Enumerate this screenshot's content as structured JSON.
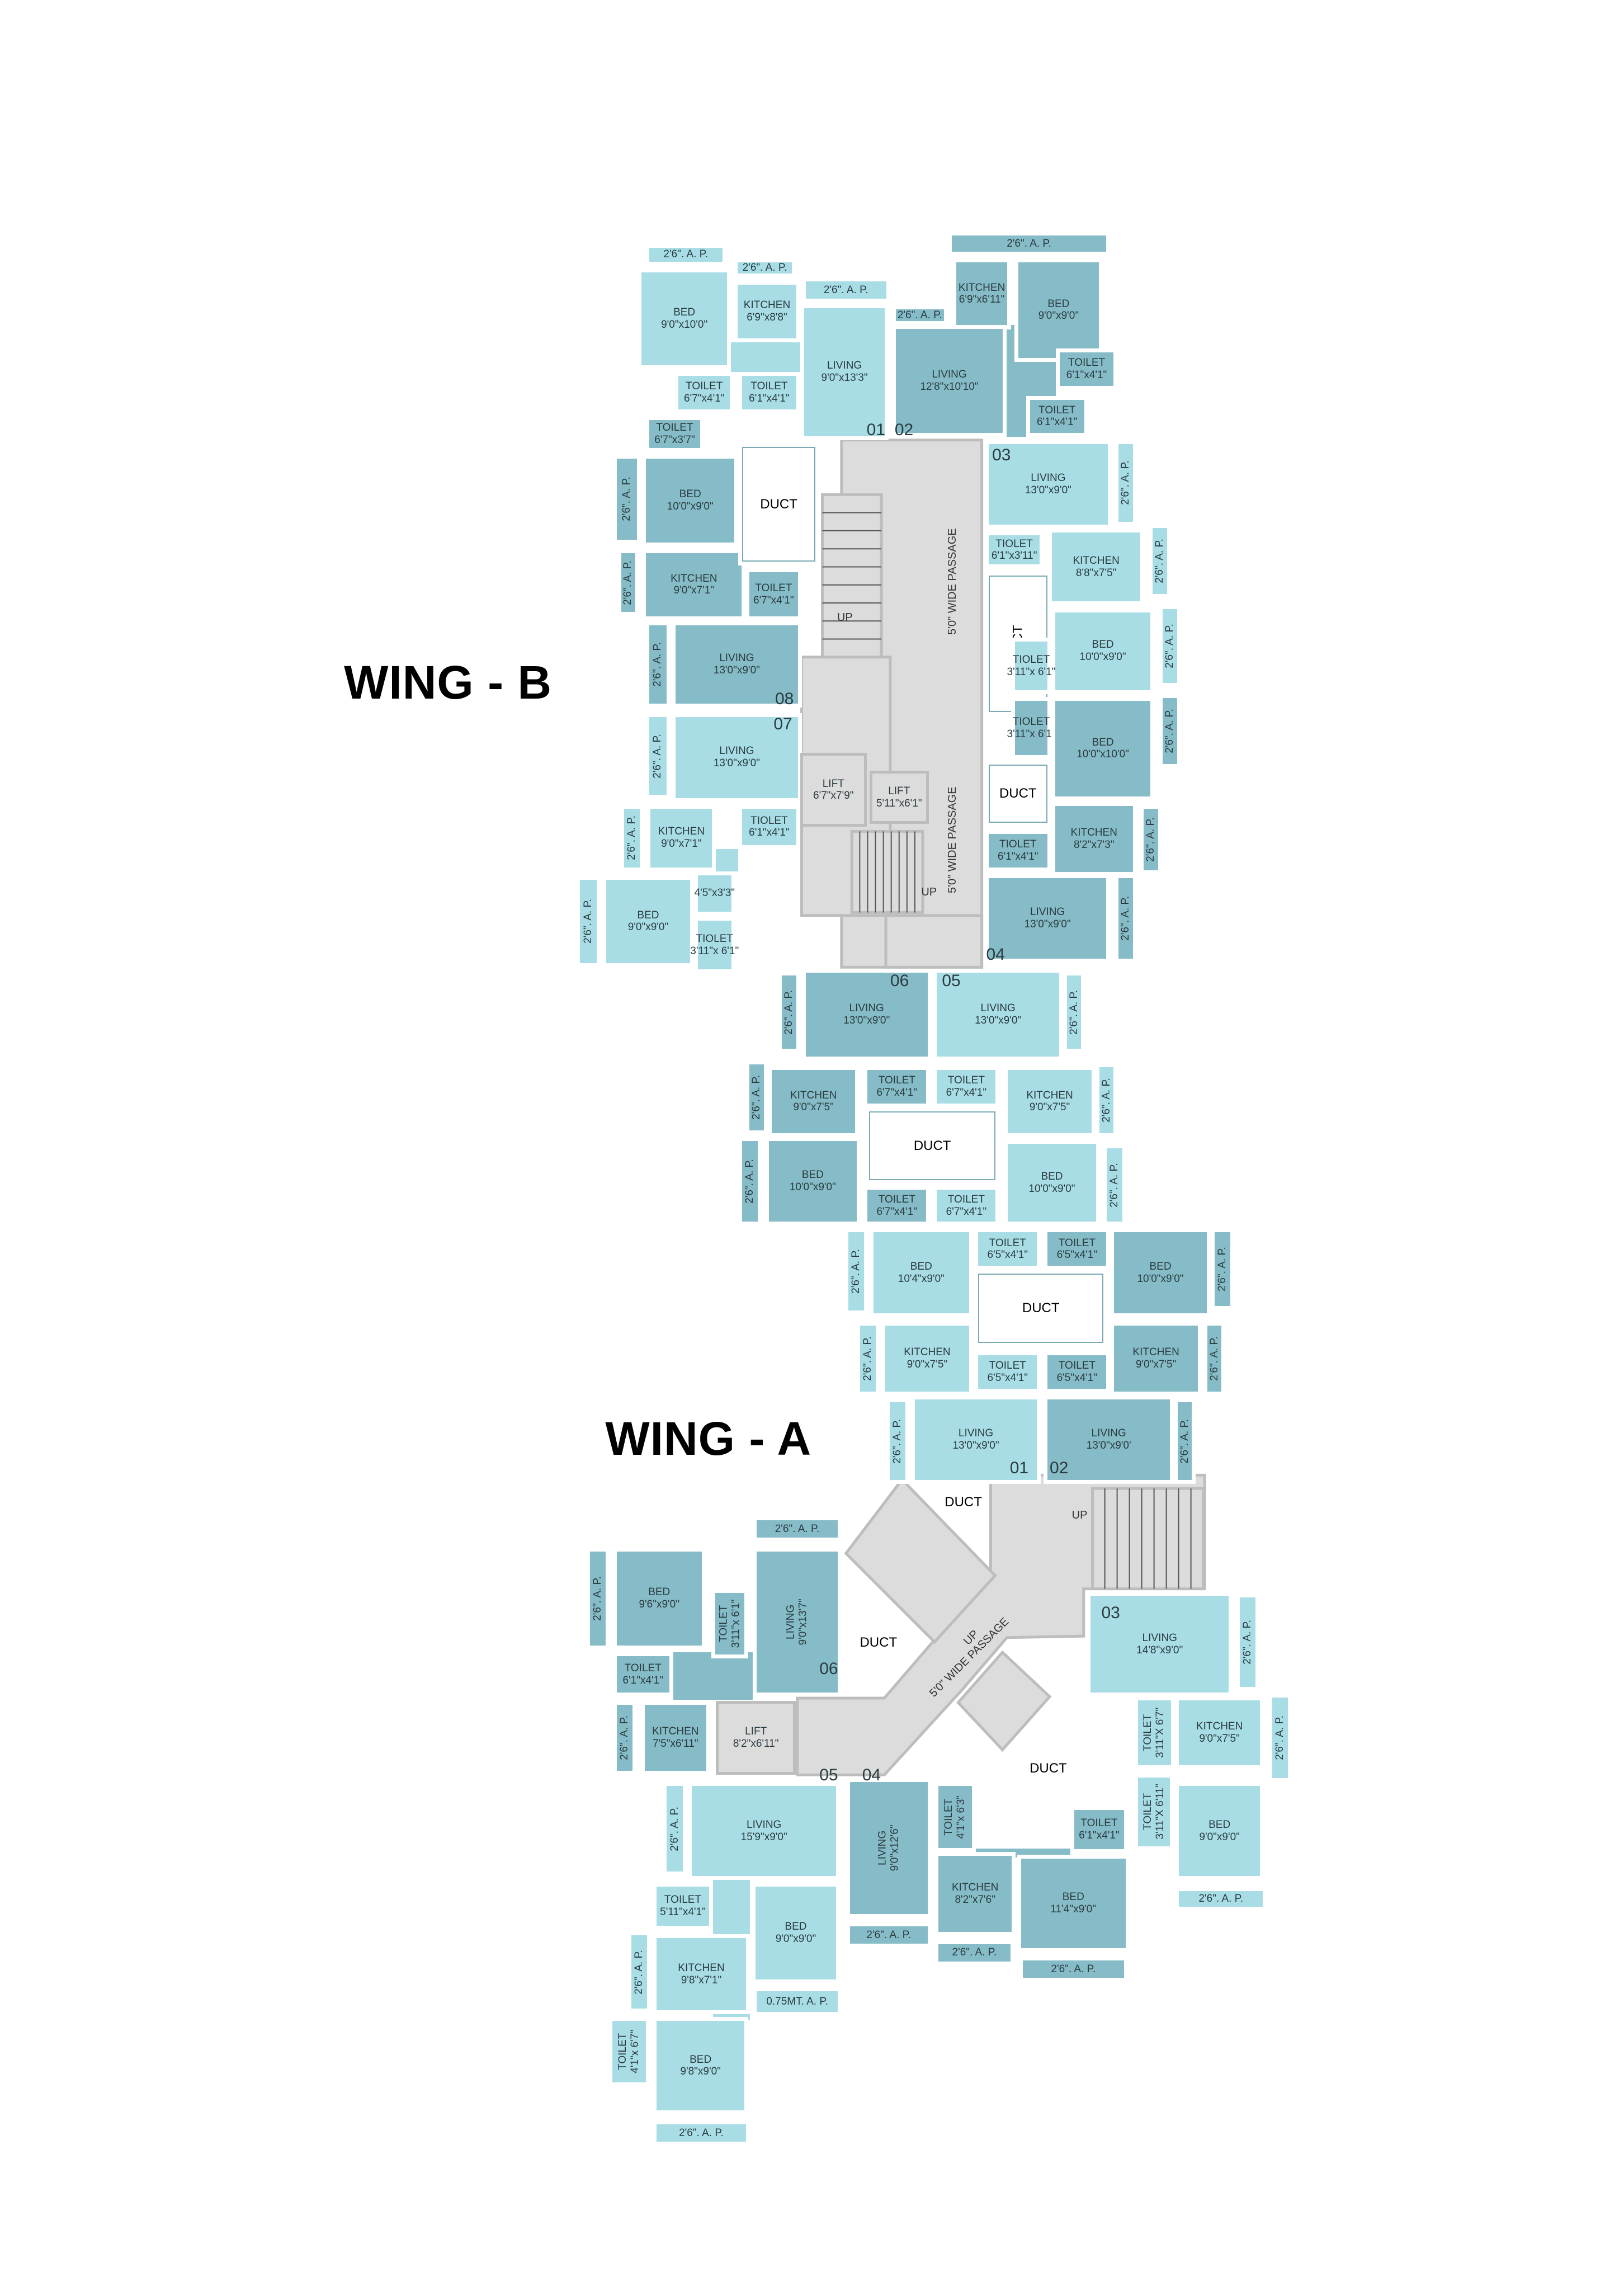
{
  "palette": {
    "unit_light": "#a8dde6",
    "unit_dark": "#86bcc7",
    "common_area": "#dcdcdc",
    "duct": "#ffffff",
    "walls": "#ffffff"
  },
  "wing_labels": [
    "WING - B",
    "WING - A"
  ],
  "passage_labels": [
    "5'0\" WIDE PASSAGE",
    "5'0\" WIDE PASSAGE",
    "5'0\" WIDE PASSAGE"
  ],
  "up_labels": [
    "UP",
    "UP",
    "UP",
    "UP"
  ],
  "unit_numbers": [
    "01",
    "02",
    "03",
    "08",
    "07",
    "04",
    "06",
    "05",
    "01",
    "02",
    "06",
    "05",
    "04",
    "03"
  ],
  "rooms": [
    {
      "name": "2'6\". A. P.",
      "size": ""
    },
    {
      "name": "BED",
      "size": "9'0\"x10'0\""
    },
    {
      "name": "2'6\". A. P.",
      "size": ""
    },
    {
      "name": "KITCHEN",
      "size": "6'9\"x8'8\""
    },
    {
      "name": "2'6\". A. P.",
      "size": ""
    },
    {
      "name": "LIVING",
      "size": "9'0\"x13'3\""
    },
    {
      "name": "TOILET",
      "size": "6'7\"x4'1\""
    },
    {
      "name": "TOILET",
      "size": "6'1\"x4'1\""
    },
    {
      "name": "2'6\". A. P.",
      "size": ""
    },
    {
      "name": "KITCHEN",
      "size": "6'9\"x6'11\""
    },
    {
      "name": "BED",
      "size": "9'0\"x9'0\""
    },
    {
      "name": "2'6\". A. P.",
      "size": ""
    },
    {
      "name": "LIVING",
      "size": "12'8\"x10'10\""
    },
    {
      "name": "TOILET",
      "size": "6'1\"x4'1\""
    },
    {
      "name": "TOILET",
      "size": "6'1\"x4'1\""
    },
    {
      "name": "TOILET",
      "size": "6'7\"x3'7\""
    },
    {
      "name": "2'6\". A. P.",
      "size": ""
    },
    {
      "name": "BED",
      "size": "10'0\"x9'0\""
    },
    {
      "name": "2'6\". A. P.",
      "size": ""
    },
    {
      "name": "KITCHEN",
      "size": "9'0\"x7'1\""
    },
    {
      "name": "TOILET",
      "size": "6'7\"x4'1\""
    },
    {
      "name": "2'6\". A. P.",
      "size": ""
    },
    {
      "name": "LIVING",
      "size": "13'0\"x9'0\""
    },
    {
      "name": "DUCT",
      "size": ""
    },
    {
      "name": "LIVING",
      "size": "13'0\"x9'0\""
    },
    {
      "name": "2'6\". A. P.",
      "size": ""
    },
    {
      "name": "TIOLET",
      "size": "6'1\"x3'11\""
    },
    {
      "name": "KITCHEN",
      "size": "8'8\"x7'5\""
    },
    {
      "name": "2'6\". A. P.",
      "size": ""
    },
    {
      "name": "DUCT",
      "size": ""
    },
    {
      "name": "BED",
      "size": "10'0\"x9'0\""
    },
    {
      "name": "2'6\". A. P.",
      "size": ""
    },
    {
      "name": "TIOLET",
      "size": "3'11\"x 6'1\""
    },
    {
      "name": "TIOLET",
      "size": "3'11\"x 6'1\""
    },
    {
      "name": "BED",
      "size": "10'0\"x10'0\""
    },
    {
      "name": "2'6\". A. P.",
      "size": ""
    },
    {
      "name": "DUCT",
      "size": ""
    },
    {
      "name": "KITCHEN",
      "size": "8'2\"x7'3\""
    },
    {
      "name": "2'6\". A. P.",
      "size": ""
    },
    {
      "name": "TIOLET",
      "size": "6'1\"x4'1\""
    },
    {
      "name": "LIVING",
      "size": "13'0\"x9'0\""
    },
    {
      "name": "2'6\". A. P.",
      "size": ""
    },
    {
      "name": "2'6\". A. P.",
      "size": ""
    },
    {
      "name": "LIVING",
      "size": "13'0\"x9'0\""
    },
    {
      "name": "2'6\". A. P.",
      "size": ""
    },
    {
      "name": "KITCHEN",
      "size": "9'0\"x7'1\""
    },
    {
      "name": "TIOLET",
      "size": "6'1\"x4'1\""
    },
    {
      "name": "2'6\". A. P.",
      "size": ""
    },
    {
      "name": "BED",
      "size": "9'0\"x9'0\""
    },
    {
      "name": "",
      "size": "4'5\"x3'3\""
    },
    {
      "name": "TIOLET",
      "size": "3'11\"x 6'1\""
    },
    {
      "name": "LIFT",
      "size": "6'7\"x7'9\""
    },
    {
      "name": "LIFT",
      "size": "5'11\"x6'1\""
    },
    {
      "name": "2'6\". A. P.",
      "size": ""
    },
    {
      "name": "LIVING",
      "size": "13'0\"x9'0\""
    },
    {
      "name": "2'6\". A. P.",
      "size": ""
    },
    {
      "name": "KITCHEN",
      "size": "9'0\"x7'5\""
    },
    {
      "name": "TOILET",
      "size": "6'7\"x4'1\""
    },
    {
      "name": "2'6\". A. P.",
      "size": ""
    },
    {
      "name": "BED",
      "size": "10'0\"x9'0\""
    },
    {
      "name": "TOILET",
      "size": "6'7\"x4'1\""
    },
    {
      "name": "LIVING",
      "size": "13'0\"x9'0\""
    },
    {
      "name": "2'6\". A. P.",
      "size": ""
    },
    {
      "name": "TOILET",
      "size": "6'7\"x4'1\""
    },
    {
      "name": "KITCHEN",
      "size": "9'0\"x7'5\""
    },
    {
      "name": "2'6\". A. P.",
      "size": ""
    },
    {
      "name": "BED",
      "size": "10'0\"x9'0\""
    },
    {
      "name": "2'6\". A. P.",
      "size": ""
    },
    {
      "name": "TOILET",
      "size": "6'7\"x4'1\""
    },
    {
      "name": "DUCT",
      "size": ""
    },
    {
      "name": "2'6\". A. P.",
      "size": ""
    },
    {
      "name": "BED",
      "size": "10'4\"x9'0\""
    },
    {
      "name": "TOILET",
      "size": "6'5\"x4'1\""
    },
    {
      "name": "2'6\". A. P.",
      "size": ""
    },
    {
      "name": "KITCHEN",
      "size": "9'0\"x7'5\""
    },
    {
      "name": "TOILET",
      "size": "6'5\"x4'1\""
    },
    {
      "name": "2'6\". A. P.",
      "size": ""
    },
    {
      "name": "LIVING",
      "size": "13'0\"x9'0\""
    },
    {
      "name": "TOILET",
      "size": "6'5\"x4'1\""
    },
    {
      "name": "BED",
      "size": "10'0\"x9'0\""
    },
    {
      "name": "2'6\". A. P.",
      "size": ""
    },
    {
      "name": "KITCHEN",
      "size": "9'0\"x7'5\""
    },
    {
      "name": "2'6\". A. P.",
      "size": ""
    },
    {
      "name": "TOILET",
      "size": "6'5\"x4'1\""
    },
    {
      "name": "LIVING",
      "size": "13'0\"x9'0'"
    },
    {
      "name": "2'6\". A. P.",
      "size": ""
    },
    {
      "name": "DUCT",
      "size": ""
    },
    {
      "name": "2'6\". A. P.",
      "size": ""
    },
    {
      "name": "BED",
      "size": "9'6\"x9'0\""
    },
    {
      "name": "TOILET",
      "size": "3'11\"x 6'1\""
    },
    {
      "name": "2'6\". A. P.",
      "size": ""
    },
    {
      "name": "LIVING",
      "size": "9'0\"x13'7\""
    },
    {
      "name": "TOILET",
      "size": "6'1\"x4'1\""
    },
    {
      "name": "2'6\". A. P.",
      "size": ""
    },
    {
      "name": "KITCHEN",
      "size": "7'5\"x6'11\""
    },
    {
      "name": "LIFT",
      "size": "8'2\"x6'11\""
    },
    {
      "name": "DUCT",
      "size": ""
    },
    {
      "name": "DUCT",
      "size": ""
    },
    {
      "name": "DUCT",
      "size": ""
    },
    {
      "name": "LIVING",
      "size": "14'8\"x9'0\""
    },
    {
      "name": "2'6\". A. P.",
      "size": ""
    },
    {
      "name": "TOILET",
      "size": "3'11\"X 6'7\""
    },
    {
      "name": "KITCHEN",
      "size": "9'0\"x7'5\""
    },
    {
      "name": "2'6\". A. P.",
      "size": ""
    },
    {
      "name": "TOILET",
      "size": "3'11\"X 6'11\""
    },
    {
      "name": "BED",
      "size": "9'0\"x9'0\""
    },
    {
      "name": "2'6\". A. P.",
      "size": ""
    },
    {
      "name": "LIVING",
      "size": "9'0\"x12'6\""
    },
    {
      "name": "TOILET",
      "size": "4'1\"x 6'3\""
    },
    {
      "name": "2'6\". A. P.",
      "size": ""
    },
    {
      "name": "KITCHEN",
      "size": "8'2\"x7'6\""
    },
    {
      "name": "TOILET",
      "size": "6'1\"x4'1\""
    },
    {
      "name": "BED",
      "size": "11'4\"x9'0\""
    },
    {
      "name": "2'6\". A. P.",
      "size": ""
    },
    {
      "name": "2'6\". A. P.",
      "size": ""
    },
    {
      "name": "2'6\". A. P.",
      "size": ""
    },
    {
      "name": "LIVING",
      "size": "15'9\"x9'0\""
    },
    {
      "name": "TOILET",
      "size": "5'11\"x4'1\""
    },
    {
      "name": "BED",
      "size": "9'0\"x9'0\""
    },
    {
      "name": "0.75MT. A. P.",
      "size": ""
    },
    {
      "name": "2'6\". A. P.",
      "size": ""
    },
    {
      "name": "KITCHEN",
      "size": "9'8\"x7'1\""
    },
    {
      "name": "TOILET",
      "size": "4'1\"x 6'7\""
    },
    {
      "name": "BED",
      "size": "9'8\"x9'0\""
    },
    {
      "name": "2'6\". A. P.",
      "size": ""
    }
  ]
}
